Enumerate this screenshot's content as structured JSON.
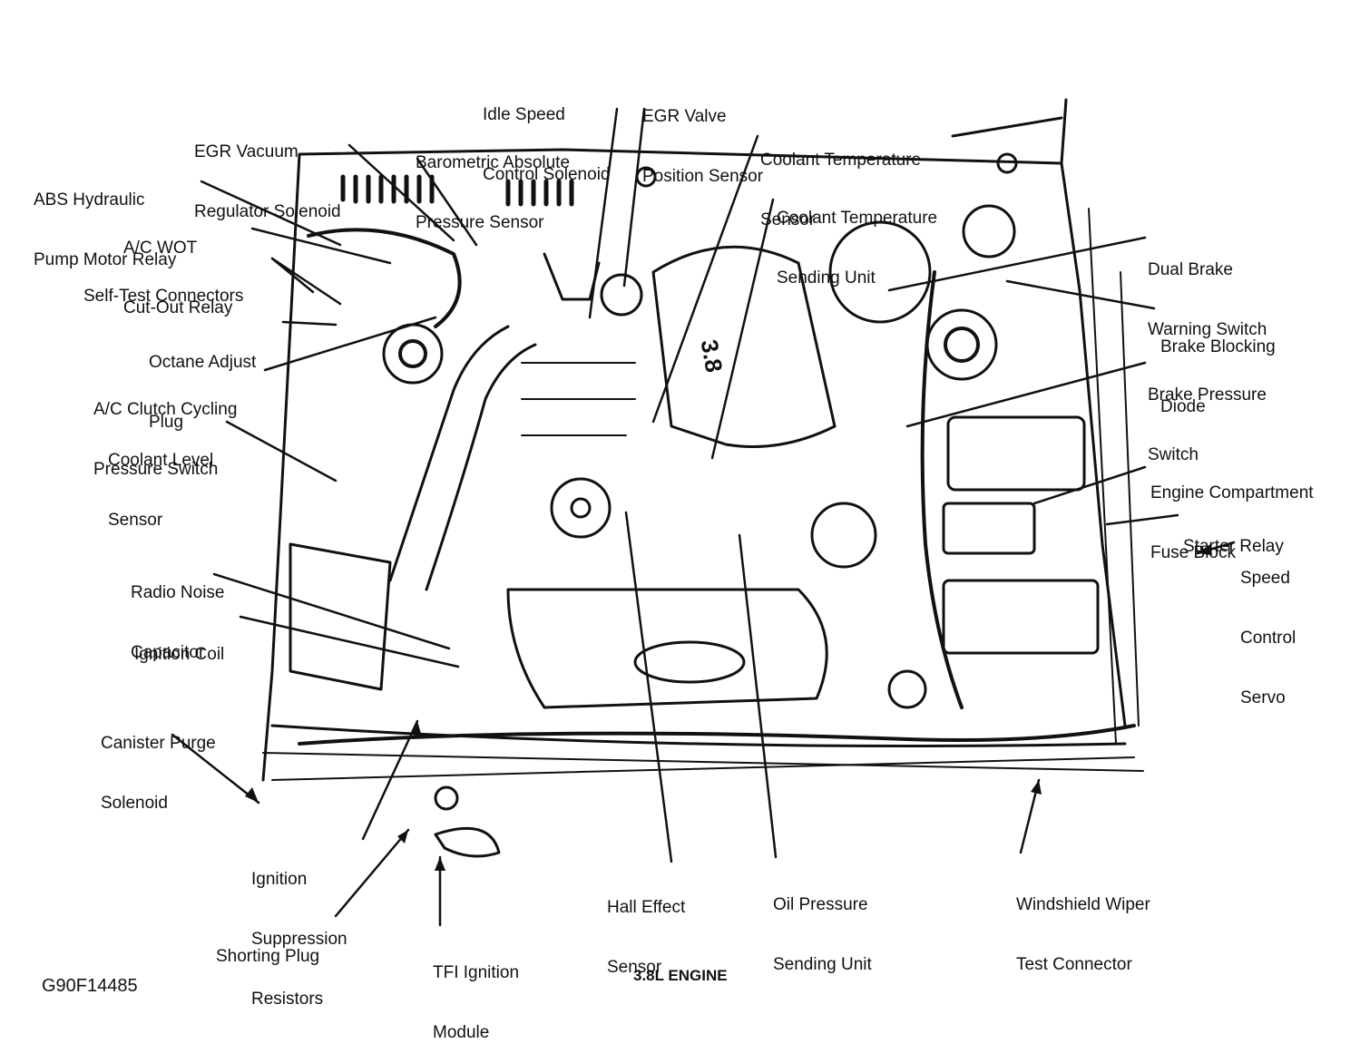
{
  "figure_id": "G90F14485",
  "caption": "3.8L ENGINE",
  "engine_badge": "3.8",
  "labels": {
    "idle_speed": [
      "Idle Speed",
      "Control Solenoid"
    ],
    "egr_valve": [
      "EGR Valve",
      "Position Sensor"
    ],
    "egr_vacuum": [
      "EGR Vacuum",
      "Regulator Solenoid"
    ],
    "barometric": [
      "Barometric Absolute",
      "Pressure Sensor"
    ],
    "coolant_temp_sensor": [
      "Coolant Temperature",
      "Sensor"
    ],
    "coolant_temp_unit": [
      "Coolant Temperature",
      "Sending Unit"
    ],
    "abs_hydraulic": [
      "ABS Hydraulic",
      "Pump Motor Relay"
    ],
    "ac_wot": [
      "A/C WOT",
      "Cut-Out Relay"
    ],
    "self_test": [
      "Self-Test Connectors"
    ],
    "octane": [
      "Octane Adjust",
      "Plug"
    ],
    "ac_clutch": [
      "A/C Clutch Cycling",
      "Pressure Switch"
    ],
    "coolant_level": [
      "Coolant Level",
      "Sensor"
    ],
    "radio_noise": [
      "Radio Noise",
      "Capacitor"
    ],
    "ignition_coil": [
      "Ignition Coil"
    ],
    "canister": [
      "Canister Purge",
      "Solenoid"
    ],
    "ignition_supp": [
      "Ignition",
      "Suppression",
      "Resistors"
    ],
    "shorting_plug": [
      "Shorting Plug"
    ],
    "tfi": [
      "TFI Ignition",
      "Module"
    ],
    "hall_effect": [
      "Hall Effect",
      "Sensor"
    ],
    "oil_pressure": [
      "Oil Pressure",
      "Sending Unit"
    ],
    "wiper": [
      "Windshield Wiper",
      "Test Connector"
    ],
    "dual_brake": [
      "Dual Brake",
      "Warning Switch"
    ],
    "brake_blocking": [
      "Brake Blocking",
      "Diode"
    ],
    "brake_pressure": [
      "Brake Pressure",
      "Switch"
    ],
    "fuse_block": [
      "Engine Compartment",
      "Fuse Block"
    ],
    "starter_relay": [
      "Starter Relay"
    ],
    "speed_control": [
      "Speed",
      "Control",
      "Servo"
    ]
  }
}
